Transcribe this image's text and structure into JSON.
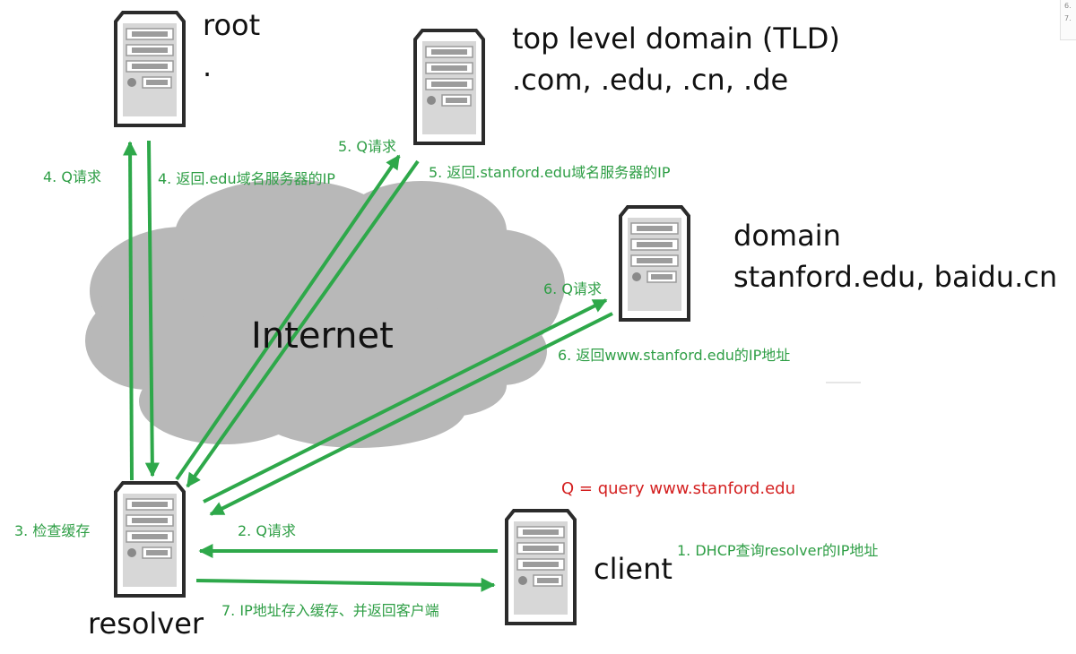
{
  "nodes": {
    "root": {
      "title": "root",
      "subtitle": "."
    },
    "tld": {
      "title": "top level domain (TLD)",
      "subtitle": ".com, .edu, .cn, .de"
    },
    "domain": {
      "title": "domain",
      "subtitle": "stanford.edu, baidu.cn"
    },
    "client": {
      "title": "client"
    },
    "resolver": {
      "title": "resolver"
    }
  },
  "cloud": {
    "label": "Internet"
  },
  "query_note": "Q = query www.stanford.edu",
  "steps": {
    "s1": "1. DHCP查询resolver的IP地址",
    "s2": "2. Q请求",
    "s3": "3. 检查缓存",
    "s4_req": "4. Q请求",
    "s4_resp": "4. 返回.edu域名服务器的IP",
    "s5_req": "5. Q请求",
    "s5_resp": "5. 返回.stanford.edu域名服务器的IP",
    "s6_req": "6. Q请求",
    "s6_resp": "6. 返回www.stanford.edu的IP地址",
    "s7": "7. IP地址存入缓存、并返回客户端"
  },
  "colors": {
    "arrow": "#2ea84a",
    "step_text": "#2e9e45",
    "query_text": "#d42020",
    "cloud": "#b8b8b8",
    "server": "#dcdcdc"
  },
  "corner_list": [
    "6.",
    "7."
  ]
}
